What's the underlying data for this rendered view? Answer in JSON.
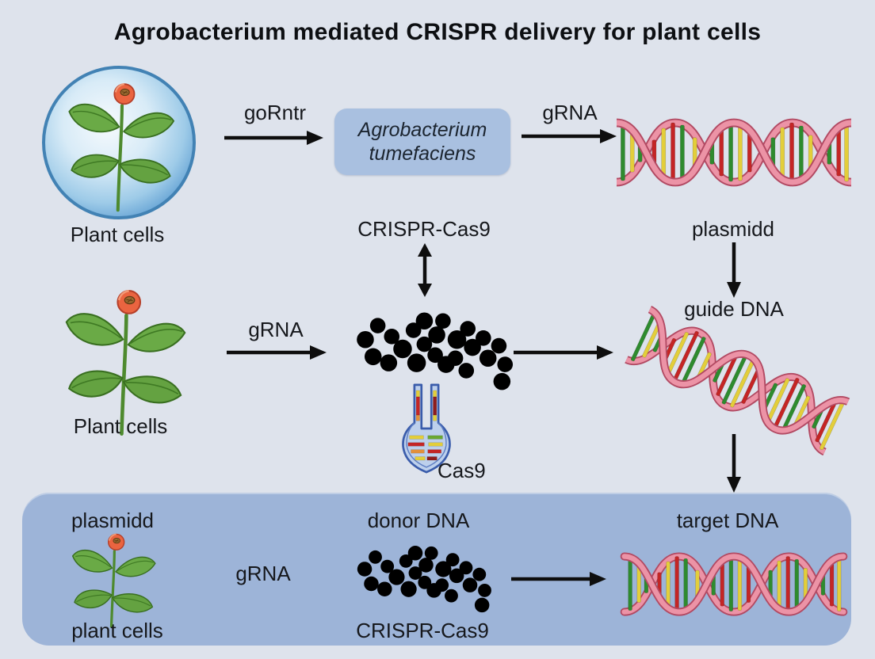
{
  "title": "Agrobacterium mediated CRISPR delivery for plant cells",
  "colors": {
    "background": "#dee3ec",
    "bottom_panel": "#9db4d8",
    "agro_box": "#a9c0e0",
    "arrow": "#0e0e0e",
    "dna_backbone": "#e8909f",
    "base_green": "#2e8b2e",
    "base_yellow": "#e3ce3a",
    "base_red": "#c42525",
    "cas9_protein": "#f29b1e",
    "donor_protein": "#8fc63e"
  },
  "top_row": {
    "plant_label": "Plant cells",
    "arrow1_label": "goRntr",
    "agro_line1": "Agrobacterium",
    "agro_line2": "tumefaciens",
    "arrow2_label": "gRNA",
    "plasmid_label": "plasmidd"
  },
  "middle": {
    "crispr_label": "CRISPR-Cas9",
    "plant_label": "Plant cells",
    "grna_label": "gRNA",
    "guide_dna_label": "guide DNA",
    "cas9_label": "Cas9"
  },
  "bottom_panel": {
    "plasmid_label": "plasmidd",
    "plant_label": "plant cells",
    "grna_label": "gRNA",
    "donor_dna_label": "donor DNA",
    "crispr_label": "CRISPR-Cas9",
    "target_dna_label": "target DNA"
  }
}
